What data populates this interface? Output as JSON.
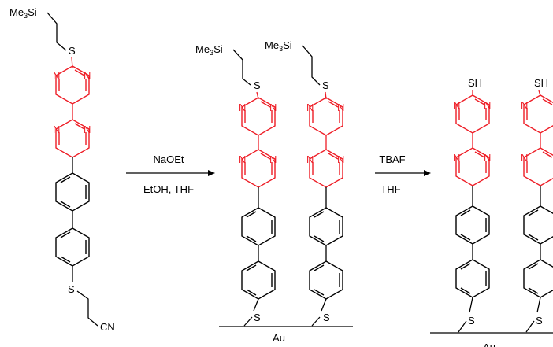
{
  "colors": {
    "bond": "#000000",
    "pyrimidine": "#ee1c25"
  },
  "reagent_label": "Me3Si",
  "atoms": {
    "S": "S",
    "N": "N",
    "CN": "CN",
    "SH": "SH"
  },
  "step1": {
    "reagent": "NaOEt",
    "conditions": "EtOH, THF"
  },
  "step2": {
    "reagent": "TBAF",
    "conditions": "THF"
  },
  "surface": {
    "label": "Au"
  }
}
